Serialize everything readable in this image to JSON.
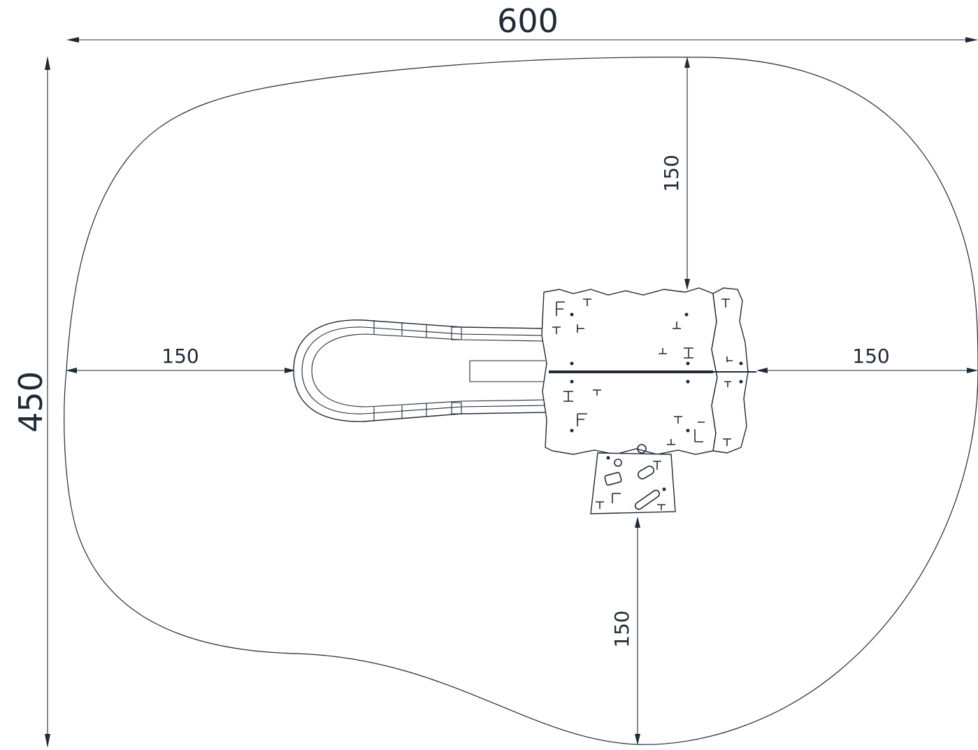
{
  "diagram": {
    "overall_width_label": "600",
    "overall_height_label": "450",
    "left_clearance_label": "150",
    "right_clearance_label": "150",
    "top_clearance_label": "150",
    "bottom_clearance_label": "150"
  },
  "colors": {
    "line": "#1f2a36",
    "background": "#ffffff"
  }
}
